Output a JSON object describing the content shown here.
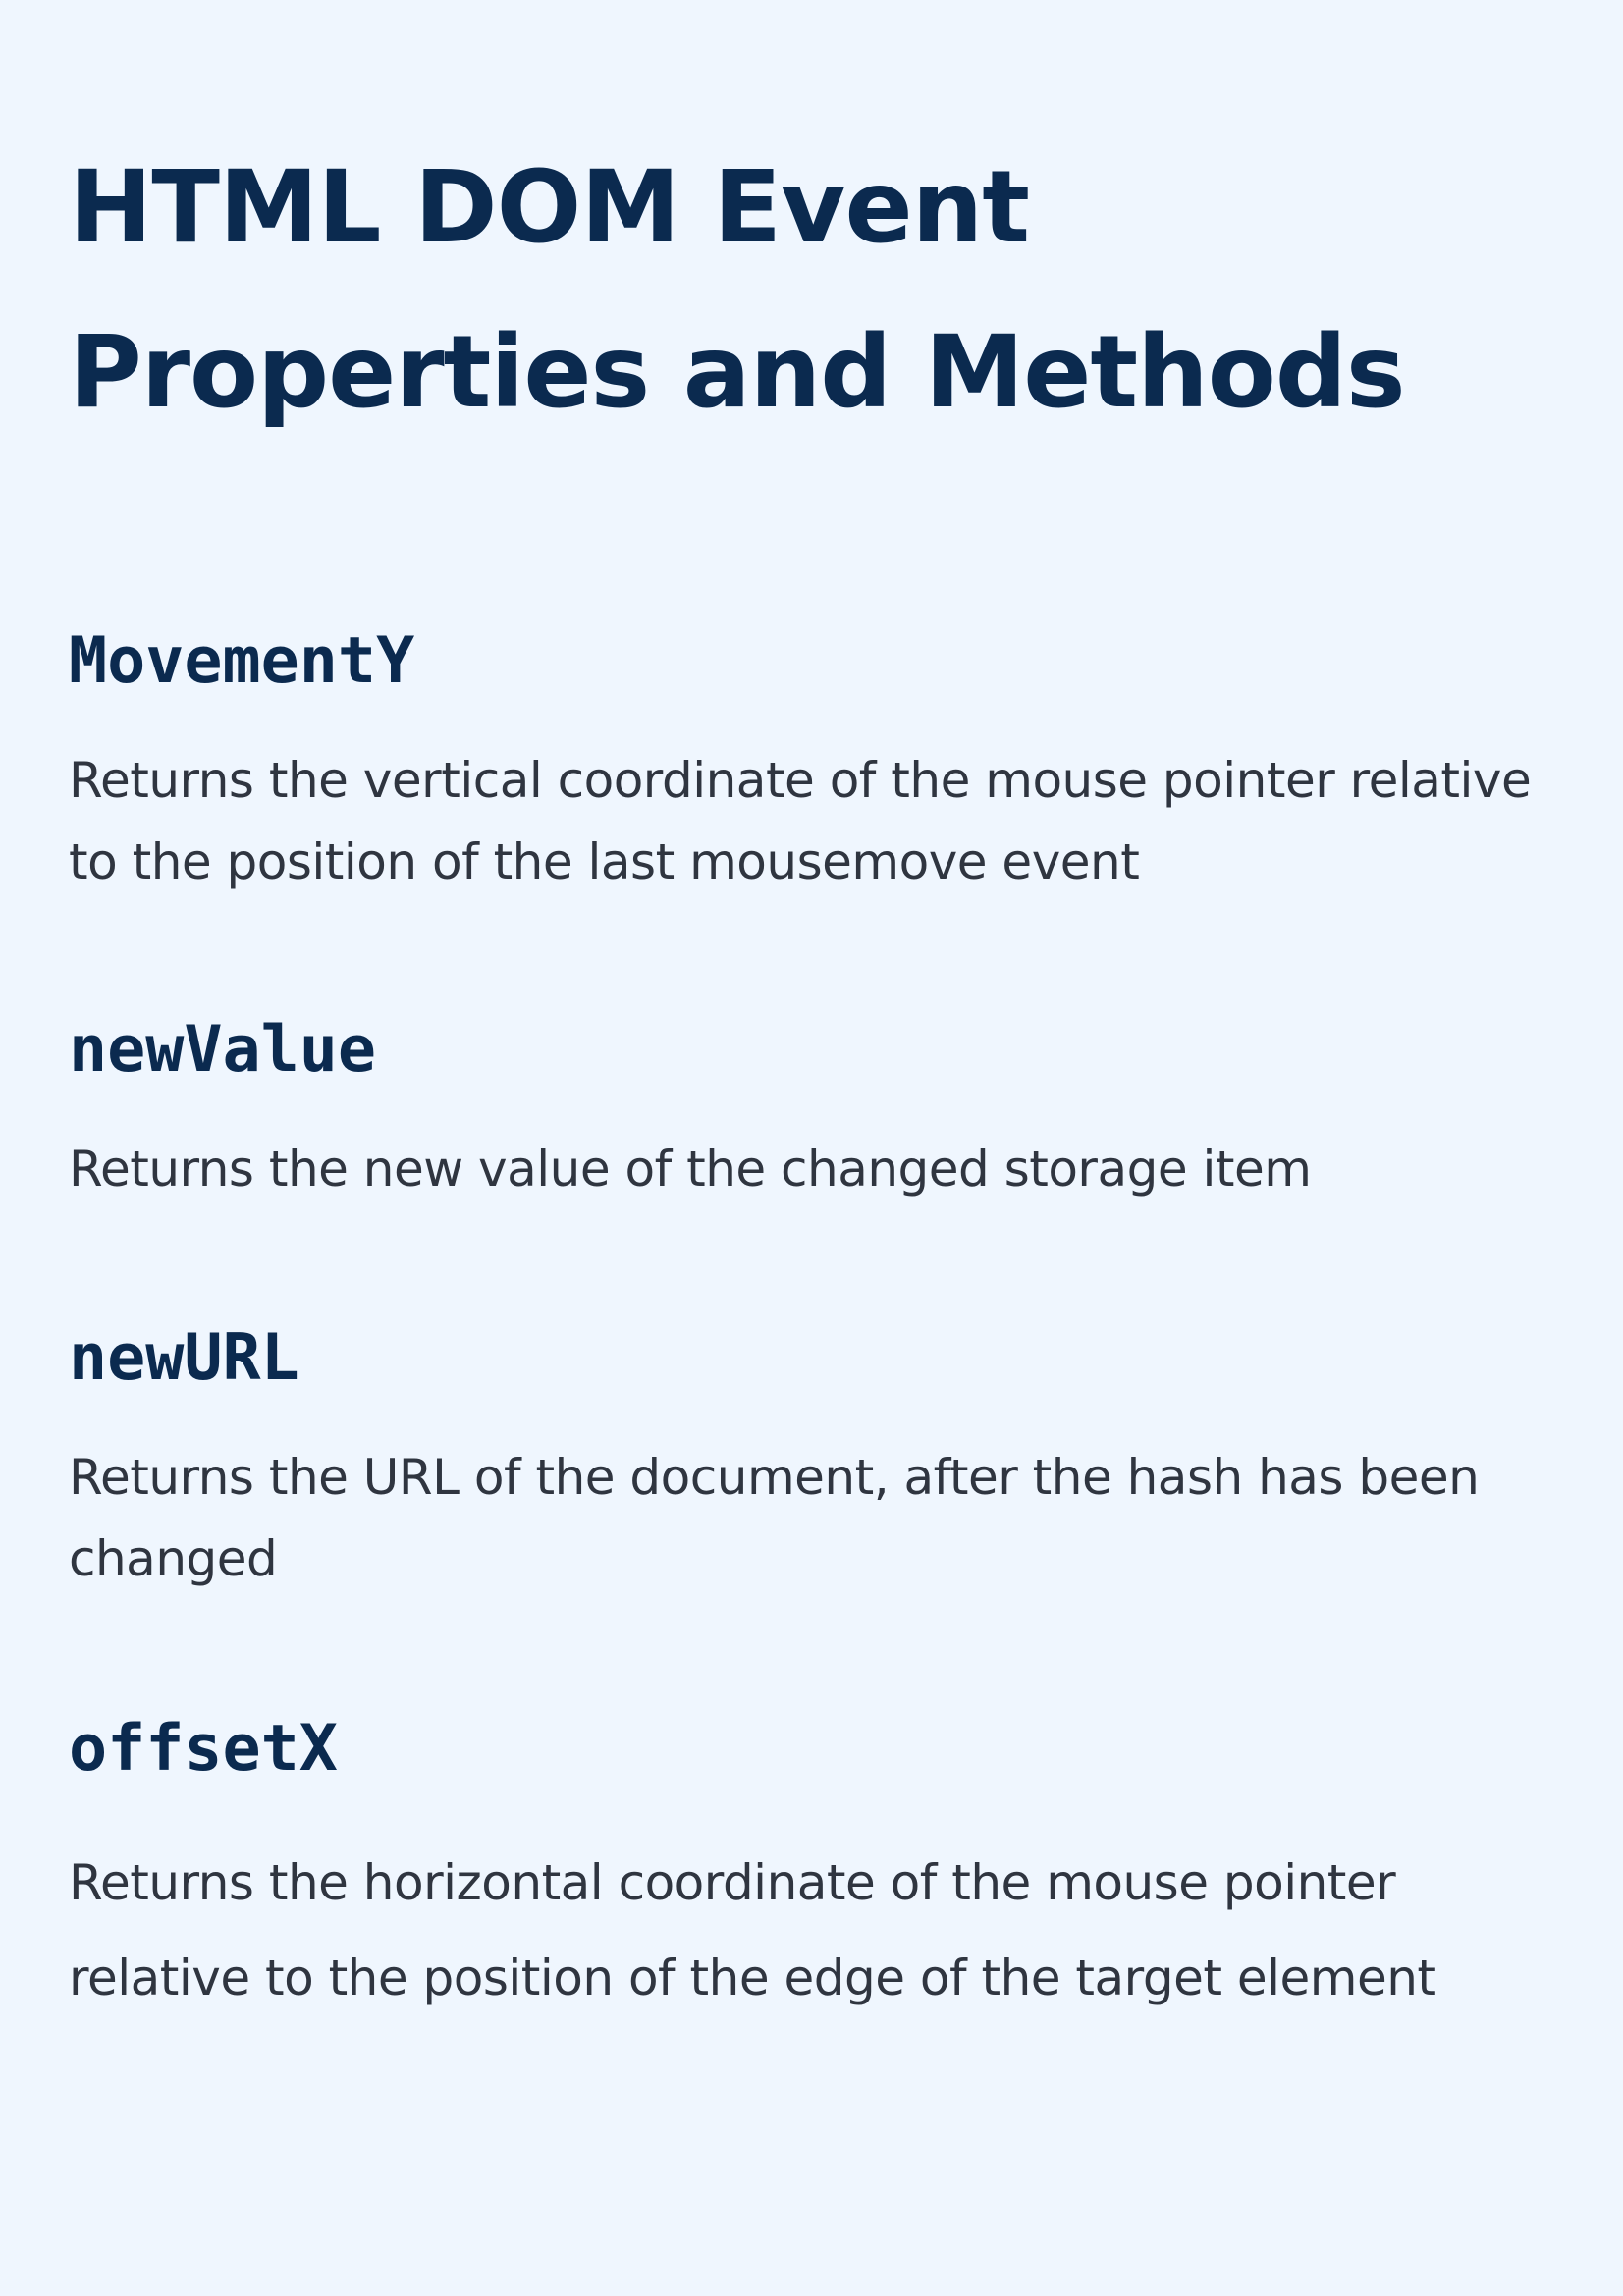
{
  "title": "HTML DOM Event Properties and Methods",
  "entries": [
    {
      "name": "MovementY",
      "description": "Returns the vertical coordinate of the mouse pointer relative to the position of the last mousemove event"
    },
    {
      "name": "newValue",
      "description": "Returns the new value of the changed storage item"
    },
    {
      "name": "newURL",
      "description": "Returns the URL of the document, after the hash has been changed"
    },
    {
      "name": "offsetX",
      "description": "Returns the horizontal coordinate of the mouse pointer relative to the position of the edge of the target element"
    }
  ],
  "colors": {
    "background": "#eff6fe",
    "heading": "#0b2a4f",
    "body_text": "#2f3540"
  }
}
